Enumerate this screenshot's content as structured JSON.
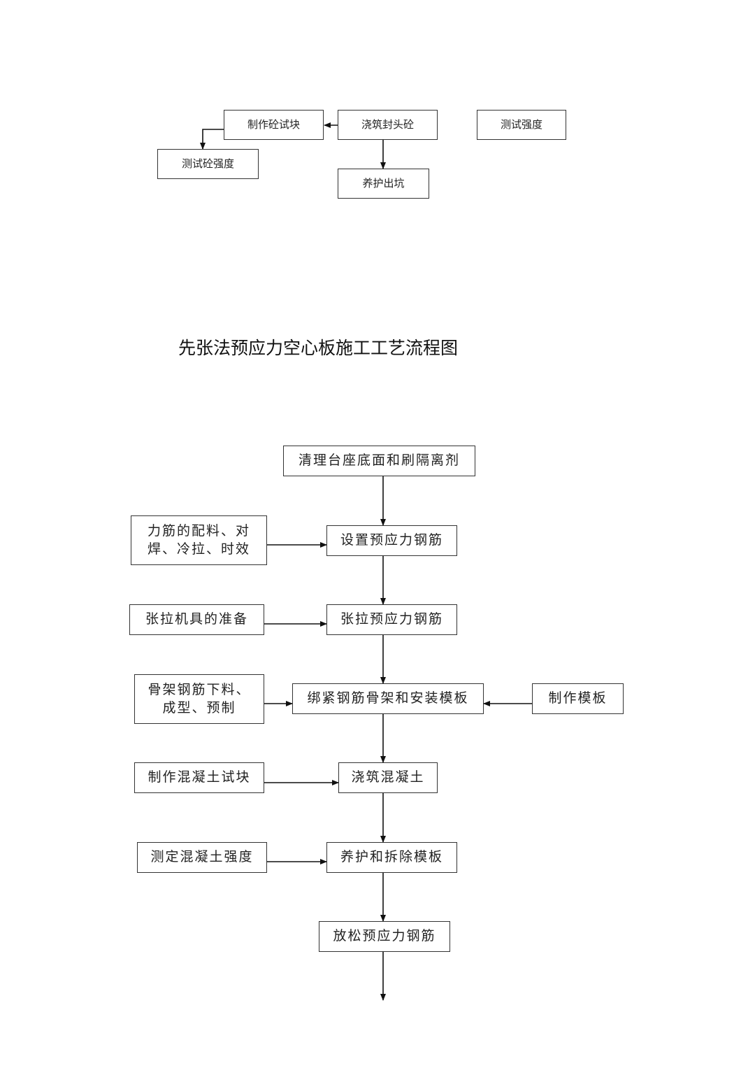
{
  "top_flow": {
    "make_specimen": "制作砼试块",
    "pour_end_concrete": "浇筑封头砼",
    "test_strength": "测试强度",
    "test_concrete_strength": "测试砼强度",
    "cure_and_remove": "养护出坑"
  },
  "title": "先张法预应力空心板施工工艺流程图",
  "main_flow": {
    "clean_bed": "清理台座底面和刷隔离剂",
    "set_tendons": "设置预应力钢筋",
    "tension_tendons": "张拉预应力钢筋",
    "tie_and_formwork": "绑紧钢筋骨架和安装模板",
    "pour_concrete": "浇筑混凝土",
    "cure_and_strip": "养护和拆除模板",
    "release_tendons": "放松预应力钢筋"
  },
  "side_inputs": {
    "tendon_prep": "力筋的配料、对焊、冷拉、时效",
    "tension_equipment": "张拉机具的准备",
    "cage_prep": "骨架钢筋下料、成型、预制",
    "make_formwork": "制作模板",
    "make_test_block": "制作混凝土试块",
    "measure_strength": "测定混凝土强度"
  }
}
